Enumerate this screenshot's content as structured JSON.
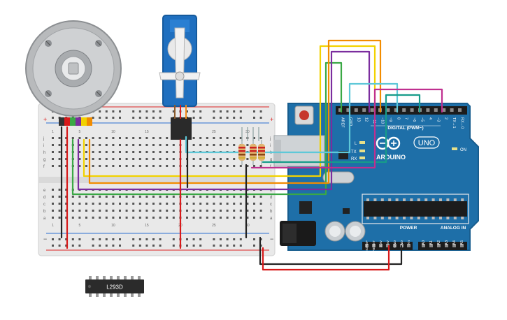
{
  "arduino": {
    "brand": "ARDUINO",
    "model": "UNO",
    "digital_label": "DIGITAL (PWM~)",
    "power_label": "POWER",
    "analog_label": "ANALOG IN",
    "on_label": "ON",
    "l_label": "L",
    "tx_label": "TX",
    "rx_label": "RX",
    "top_pins": [
      "AREF",
      "GND",
      "13",
      "12",
      "~11",
      "~10",
      "~9",
      "8",
      "7",
      "~6",
      "~5",
      "4",
      "~3",
      "2",
      "TX→1",
      "RX←0"
    ],
    "power_pins": [
      "IOREF",
      "RESET",
      "3.3V",
      "5V",
      "GND",
      "GND",
      "Vin"
    ],
    "analog_pins": [
      "A0",
      "A1",
      "A2",
      "A3",
      "A4",
      "A5"
    ],
    "colors": {
      "board": "#1e6fa8",
      "board_edge": "#185d8e"
    }
  },
  "chip": {
    "label": "L293D",
    "color": "#2b2b2b"
  },
  "breadboard": {
    "row_letters_top": [
      "j",
      "i",
      "h",
      "g",
      "f"
    ],
    "row_letters_bottom": [
      "e",
      "d",
      "c",
      "b",
      "a"
    ],
    "column_numbers": [
      "1",
      "5",
      "10",
      "15",
      "20",
      "25",
      "30"
    ],
    "plus": "+",
    "minus": "−"
  },
  "components": {
    "servo_icon": "servo-motor-icon",
    "dc_motor_icon": "dc-motor-icon",
    "resistor_icon": "resistor-icon",
    "led_icon": "led-icon"
  },
  "wire_colors": {
    "orange": "#f28c00",
    "yellow": "#f2d200",
    "purple": "#7b2d9e",
    "green": "#3aa845",
    "cyan": "#5ec8d8",
    "teal": "#179c8a",
    "magenta": "#c02f8f",
    "red": "#d81a1a",
    "black": "#222222"
  }
}
